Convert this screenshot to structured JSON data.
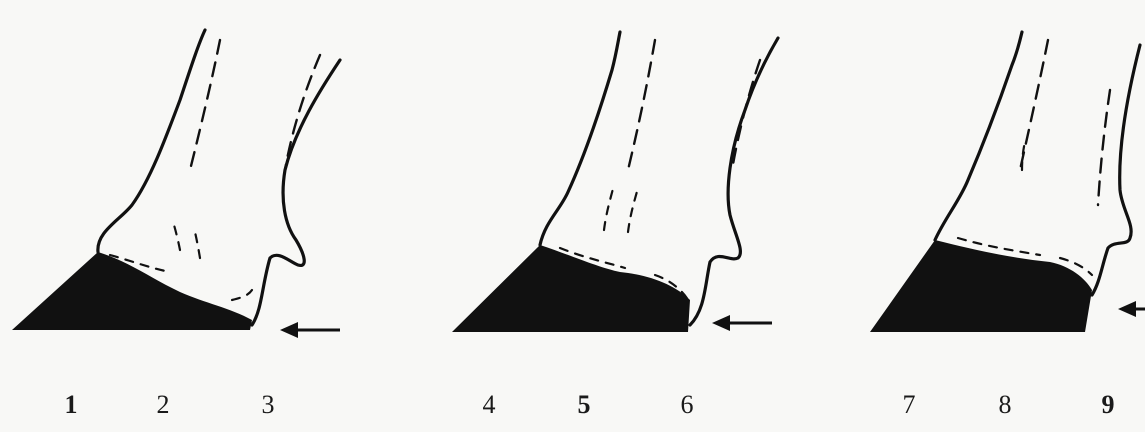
{
  "figure": {
    "panels": [
      {
        "id": "panel-1",
        "labels": [
          {
            "text": "1",
            "bold": true
          },
          {
            "text": "2",
            "bold": false
          },
          {
            "text": "3",
            "bold": false
          }
        ]
      },
      {
        "id": "panel-2",
        "labels": [
          {
            "text": "4",
            "bold": false
          },
          {
            "text": "5",
            "bold": true
          },
          {
            "text": "6",
            "bold": false
          }
        ]
      },
      {
        "id": "panel-3",
        "labels": [
          {
            "text": "7",
            "bold": false
          },
          {
            "text": "8",
            "bold": false
          },
          {
            "text": "9",
            "bold": true
          }
        ]
      }
    ],
    "colors": {
      "ink": "#111111",
      "paper": "#f8f8f6"
    }
  }
}
